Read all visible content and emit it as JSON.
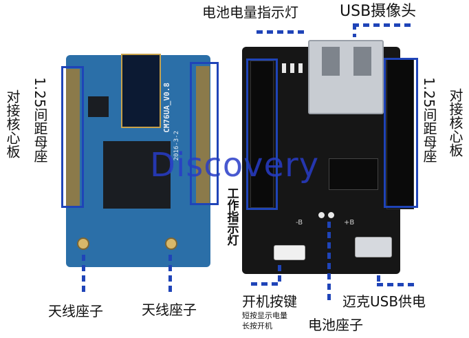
{
  "labels": {
    "battery_indicator": "电池电量指示灯",
    "usb_camera": "USB摄像头",
    "dock_left": "1.25间距母座",
    "dock_left_side": "对接核心板",
    "dock_right": "1.25间距母座",
    "dock_right_side": "对接核心板",
    "work_indicator": "工作指示灯",
    "antenna_left": "天线座子",
    "antenna_right": "天线座子",
    "power_key": "开机按键",
    "power_key_note_1": "短按显示电量",
    "power_key_note_2": "长按开机",
    "micro_usb_power": "迈克USB供电",
    "battery_socket": "电池座子"
  },
  "board": {
    "silkscreen_model": "CM76UA_V0.8",
    "silkscreen_date": "2016-3-2",
    "pad_minus": "-B",
    "pad_plus": "+B"
  },
  "watermark": "Discovery",
  "colors": {
    "annotation_blue": "#1f44b8",
    "pcb_blue": "#2b6fa8",
    "pcb_black": "#161616"
  }
}
